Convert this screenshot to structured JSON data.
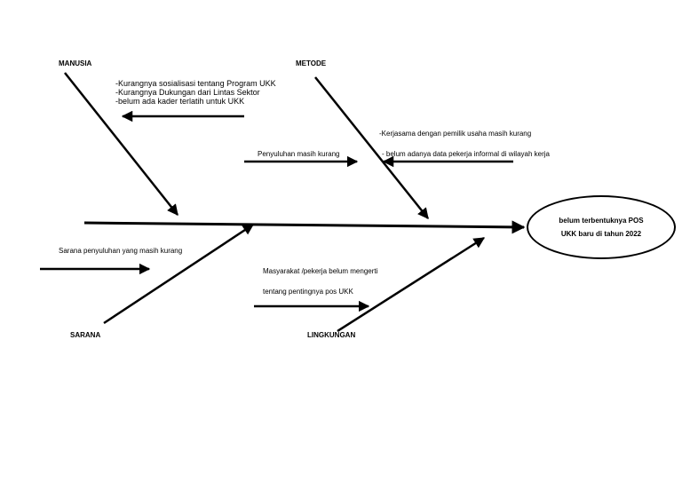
{
  "effect": {
    "line1": "belum terbentuknya POS",
    "line2": "UKK baru di tahun 2022"
  },
  "categories": {
    "manusia": "MANUSIA",
    "metode": "METODE",
    "sarana": "SARANA",
    "lingkungan": "LINGKUNGAN"
  },
  "causes": {
    "manusia": [
      "-Kurangnya sosialisasi tentang Program UKK",
      "-Kurangnya Dukungan dari Lintas Sektor",
      "-belum ada kader terlatih untuk UKK"
    ],
    "penyuluhan": "Penyuluhan masih kurang",
    "metode": [
      "-Kerjasama dengan pemilik usaha masih kurang",
      "- belum adanya data pekerja informal di wilayah kerja"
    ],
    "sarana": "Sarana penyuluhan yang masih kurang",
    "lingkungan": [
      "Masyarakat /pekerja belum mengerti",
      "tentang pentingnya pos UKK"
    ]
  }
}
